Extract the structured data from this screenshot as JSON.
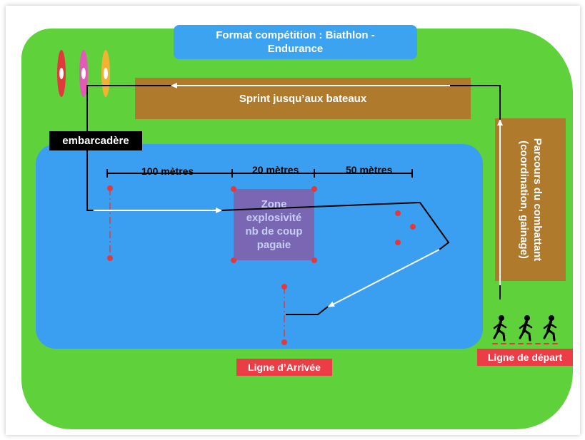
{
  "title": {
    "line1": "Format compétition : Biathlon -",
    "line2": "Endurance"
  },
  "sprint_label": "Sprint jusqu’aux bateaux",
  "parcours_label": "Parcours du combattant (coordination, gainage)",
  "embarcadere_label": "embarcadère",
  "distances": {
    "d100": "100 mètres",
    "d20": "20 mètres",
    "d50": "50 mètres"
  },
  "zone_label": "Zone explosivité nb de coup pagaie",
  "arrivee_label": "Ligne d’Arrivée",
  "depart_label": "Ligne de départ",
  "colors": {
    "grass": "#5fd13a",
    "water": "#3a9ff0",
    "dirt": "#b07a2c",
    "zone": "#7a67b3",
    "buoy": "#e23a3a",
    "kayak_1": "#e23a3a",
    "kayak_2": "#e35ab7",
    "kayak_3": "#f2b233"
  },
  "icons": [
    "kayak-icon",
    "runner-icon",
    "arrow-icon",
    "buoy-icon"
  ]
}
